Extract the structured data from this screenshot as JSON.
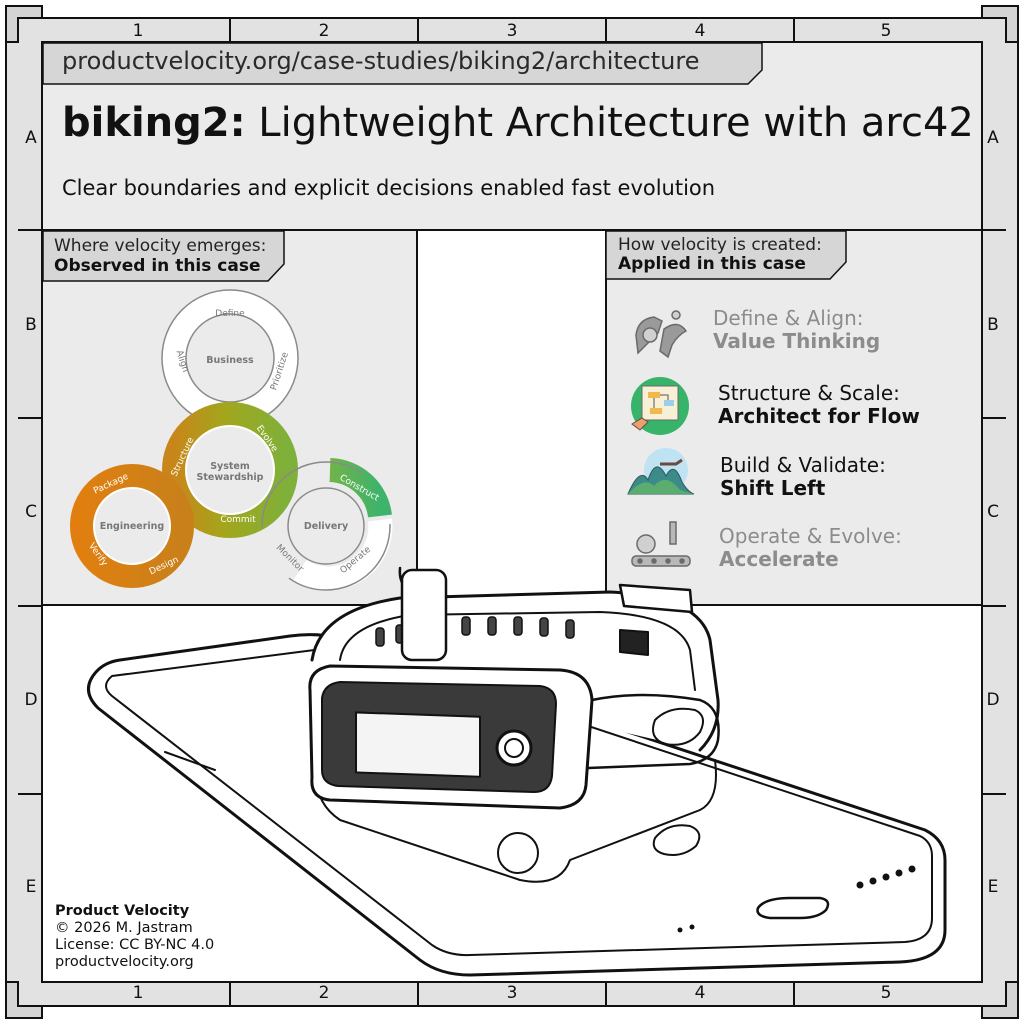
{
  "header": {
    "url": "productvelocity.org/case-studies/biking2/architecture",
    "title_bold": "biking2:",
    "title_rest": " Lightweight Architecture with arc42",
    "subtitle": "Clear boundaries and explicit decisions enabled fast evolution"
  },
  "grid": {
    "columns": [
      "1",
      "2",
      "3",
      "4",
      "5"
    ],
    "rows": [
      "A",
      "B",
      "C",
      "D",
      "E"
    ]
  },
  "left_panel": {
    "tab_line1": "Where velocity emerges:",
    "tab_line2": "Observed in this case",
    "cycle": {
      "business": {
        "center": "Business",
        "segments": [
          "Define",
          "Prioritize",
          "Align"
        ]
      },
      "system": {
        "center_line1": "System",
        "center_line2": "Stewardship",
        "segments": [
          "Structure",
          "Evolve",
          "Commit"
        ]
      },
      "engineering": {
        "center": "Engineering",
        "segments": [
          "Package",
          "Verify",
          "Design"
        ]
      },
      "delivery": {
        "center": "Delivery",
        "segments": [
          "Construct",
          "Operate",
          "Monitor"
        ]
      }
    }
  },
  "right_panel": {
    "tab_line1": "How velocity is created:",
    "tab_line2": "Applied in this case",
    "items": [
      {
        "label": "Define & Align:",
        "value": "Value Thinking",
        "active": false,
        "icon": "value-thinking-icon"
      },
      {
        "label": "Structure & Scale:",
        "value": "Architect for Flow",
        "active": true,
        "icon": "architect-flow-icon"
      },
      {
        "label": "Build & Validate:",
        "value": "Shift Left",
        "active": true,
        "icon": "shift-left-icon"
      },
      {
        "label": "Operate & Evolve:",
        "value": "Accelerate",
        "active": false,
        "icon": "accelerate-icon"
      }
    ]
  },
  "illustration": {
    "subject": "fitness-tracker-on-smartphone"
  },
  "footer": {
    "brand": "Product Velocity",
    "copyright": "© 2026 M. Jastram",
    "license": "License: CC BY-NC 4.0",
    "site": "productvelocity.org"
  },
  "colors": {
    "panel": "#ebebeb",
    "frame": "#d9d9d9",
    "line": "#111111",
    "engineering": "#d97a12",
    "system": "#9aa21a",
    "delivery": "#3db36b",
    "dim_text": "#8c8c8c"
  }
}
